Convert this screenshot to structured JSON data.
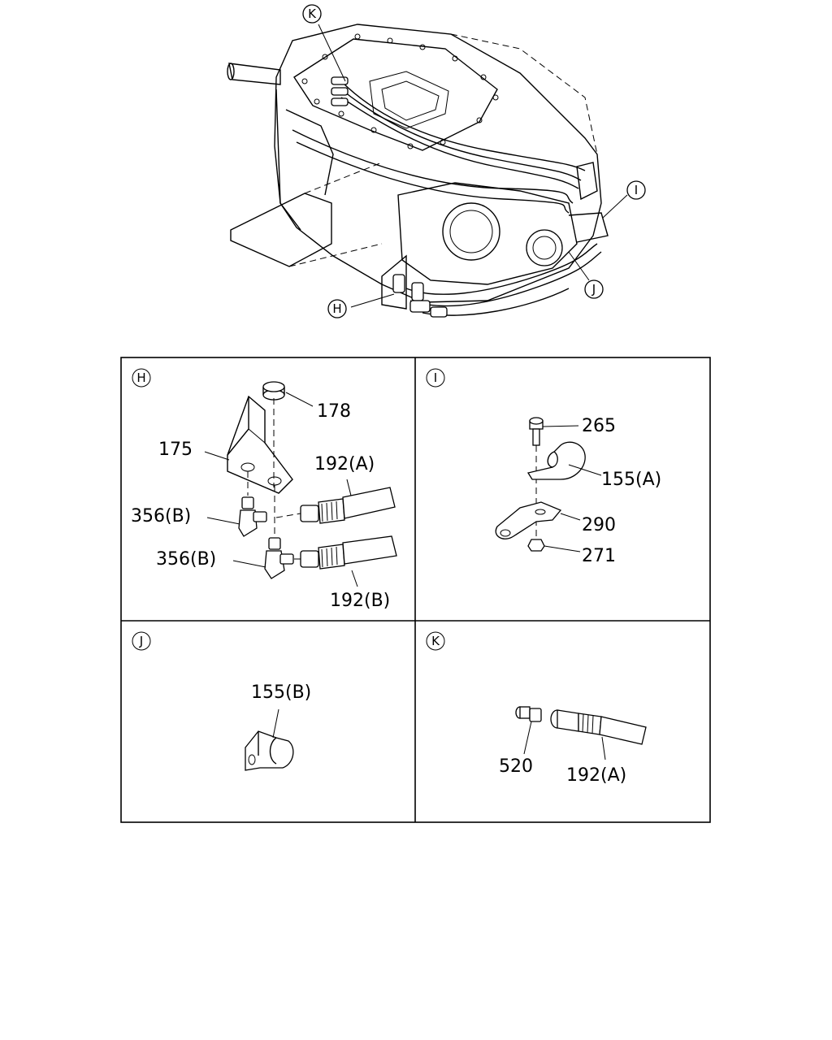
{
  "overview": {
    "callouts": [
      "K",
      "I",
      "J",
      "H"
    ]
  },
  "panels": {
    "H": {
      "letter": "H",
      "labels": [
        "178",
        "175",
        "192(A)",
        "356(B)",
        "356(B)",
        "192(B)"
      ]
    },
    "I": {
      "letter": "I",
      "labels": [
        "265",
        "155(A)",
        "290",
        "271"
      ]
    },
    "J": {
      "letter": "J",
      "labels": [
        "155(B)"
      ]
    },
    "K": {
      "letter": "K",
      "labels": [
        "520",
        "192(A)"
      ]
    }
  }
}
